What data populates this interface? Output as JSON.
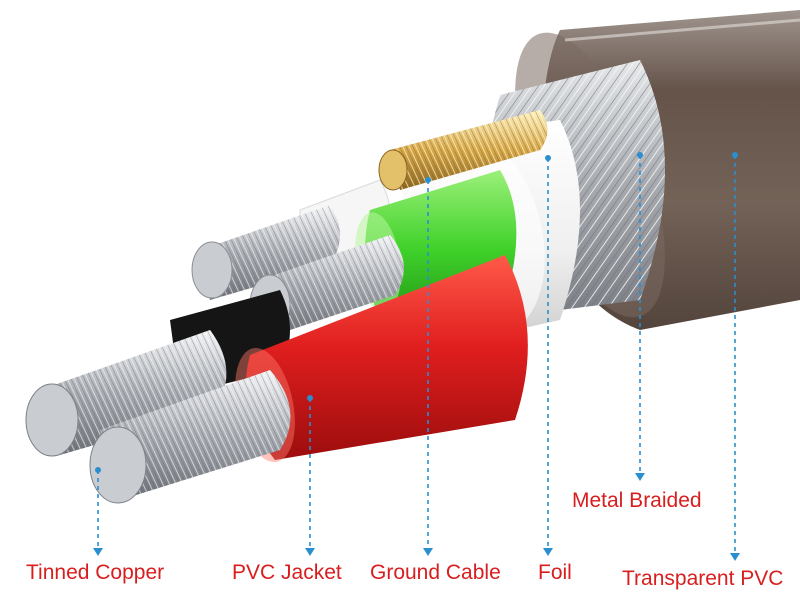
{
  "labels": {
    "tinned_copper": "Tinned Copper",
    "pvc_jacket": "PVC Jacket",
    "ground_cable": "Ground Cable",
    "foil": "Foil",
    "metal_braided": "Metal Braided",
    "transparent_pvc": "Transparent PVC"
  },
  "colors": {
    "label_text": "#d81e1e",
    "leader_line": "#2a8fcf",
    "outer_jacket": "#6b5a4e",
    "braid": "#b9bcc0",
    "foil": "#f2f2f2",
    "red_insulation": "#e01e1e",
    "green_insulation": "#3fd12a",
    "black_insulation": "#151515",
    "white_insulation": "#f6f6f6",
    "copper_strands": "#d7a84a",
    "tinned_strands": "#c9ccd1"
  }
}
